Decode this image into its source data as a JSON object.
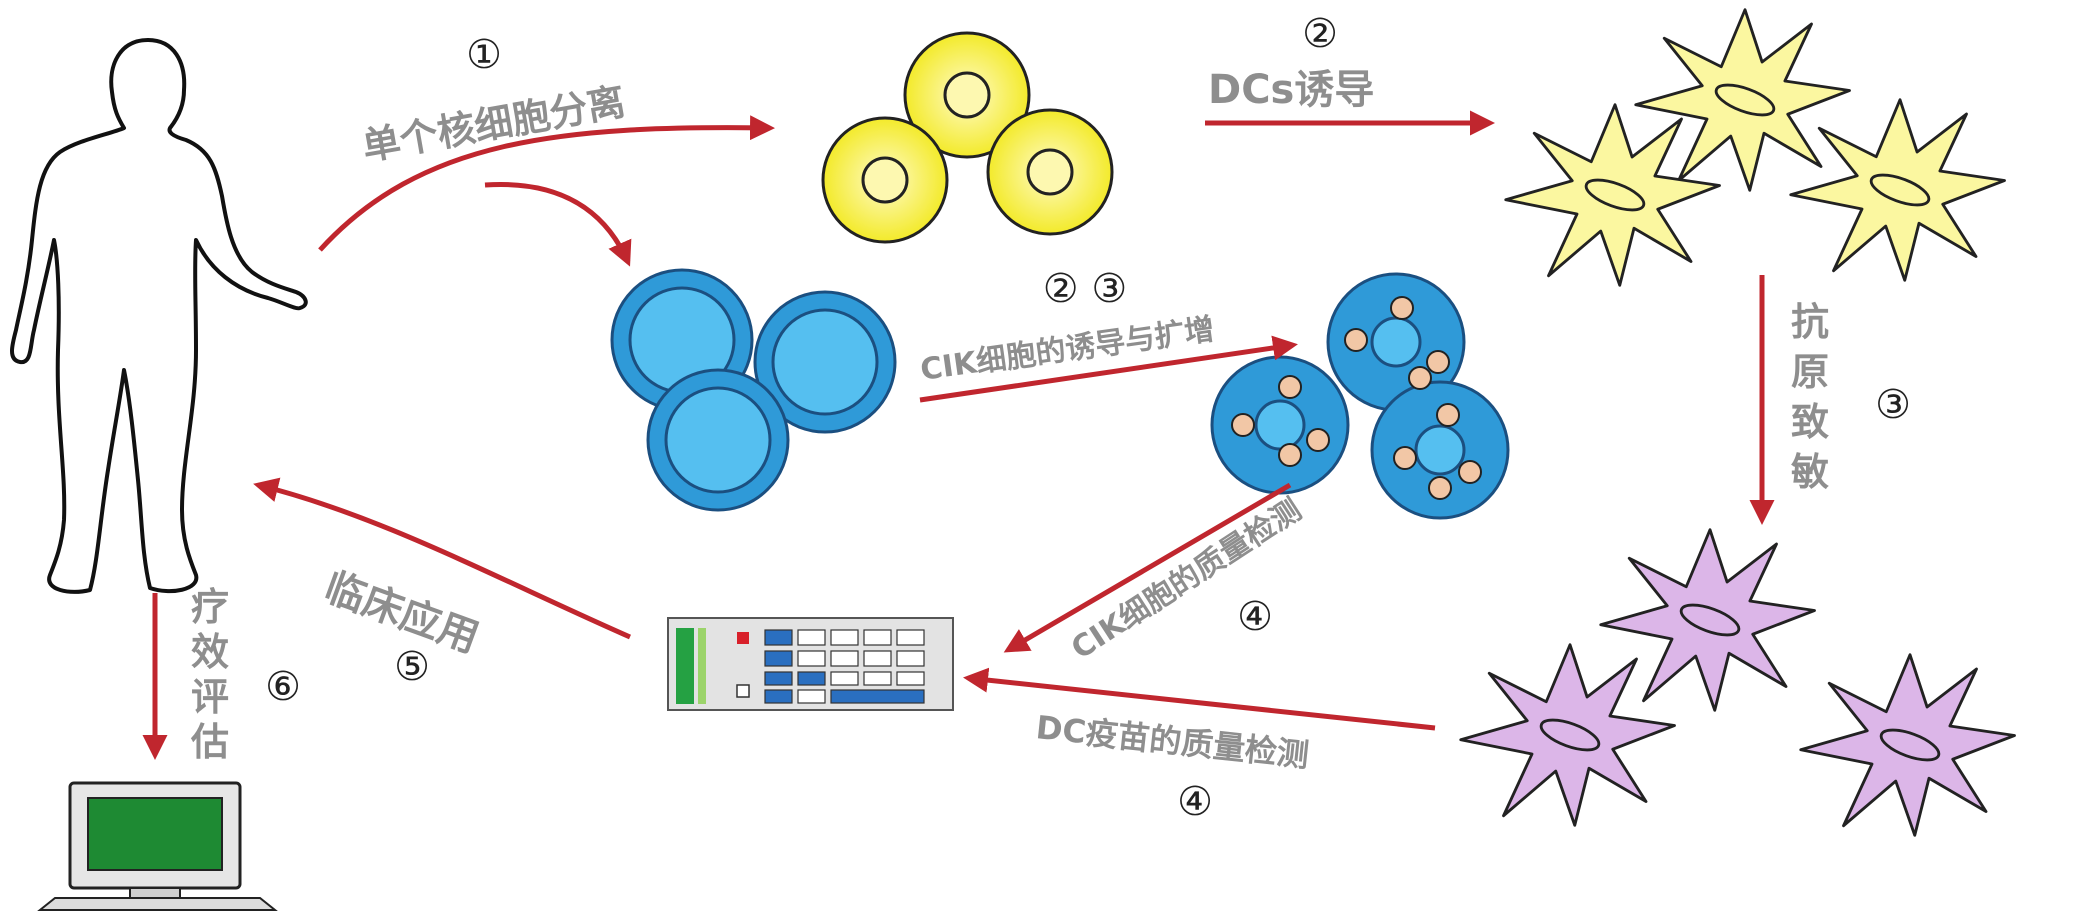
{
  "colors": {
    "arrow": "#c0262e",
    "label": "#8e8e8e",
    "yellow_cell": "#f3ec33",
    "blue_cell": "#3ab6e6",
    "dc_yellow": "#fbf7a0",
    "dc_purple": "#dcb6e8",
    "monitor_screen": "#1e8a33"
  },
  "labels": {
    "mono_sep_num": "①",
    "mono_sep": "单个核细胞分离",
    "dc_induce_num": "②",
    "dc_induce": "DCs诱导",
    "cik_expand_num": "② ③",
    "cik_expand": "CIK细胞的诱导与扩增",
    "antigen_sens": [
      "抗",
      "原",
      "致",
      "敏"
    ],
    "antigen_sens_num": "③",
    "cik_qc": "CIK细胞的质量检测",
    "cik_qc_num": "④",
    "dc_qc": "DC疫苗的质量检测",
    "dc_qc_num": "④",
    "clinical_use": "临床应用",
    "clinical_use_num": "⑤",
    "efficacy_eval": [
      "疗",
      "效",
      "评",
      "估"
    ],
    "efficacy_eval_num": "⑥"
  },
  "icons": {
    "patient": "human-body-icon",
    "mononuclear_cells": "yellow-cell-icon",
    "cik_cells": "blue-cell-icon",
    "dc_immature": "yellow-dendritic-cell-icon",
    "dc_mature": "purple-dendritic-cell-icon",
    "qc_instrument": "lab-analyzer-icon",
    "computer": "computer-monitor-icon"
  }
}
